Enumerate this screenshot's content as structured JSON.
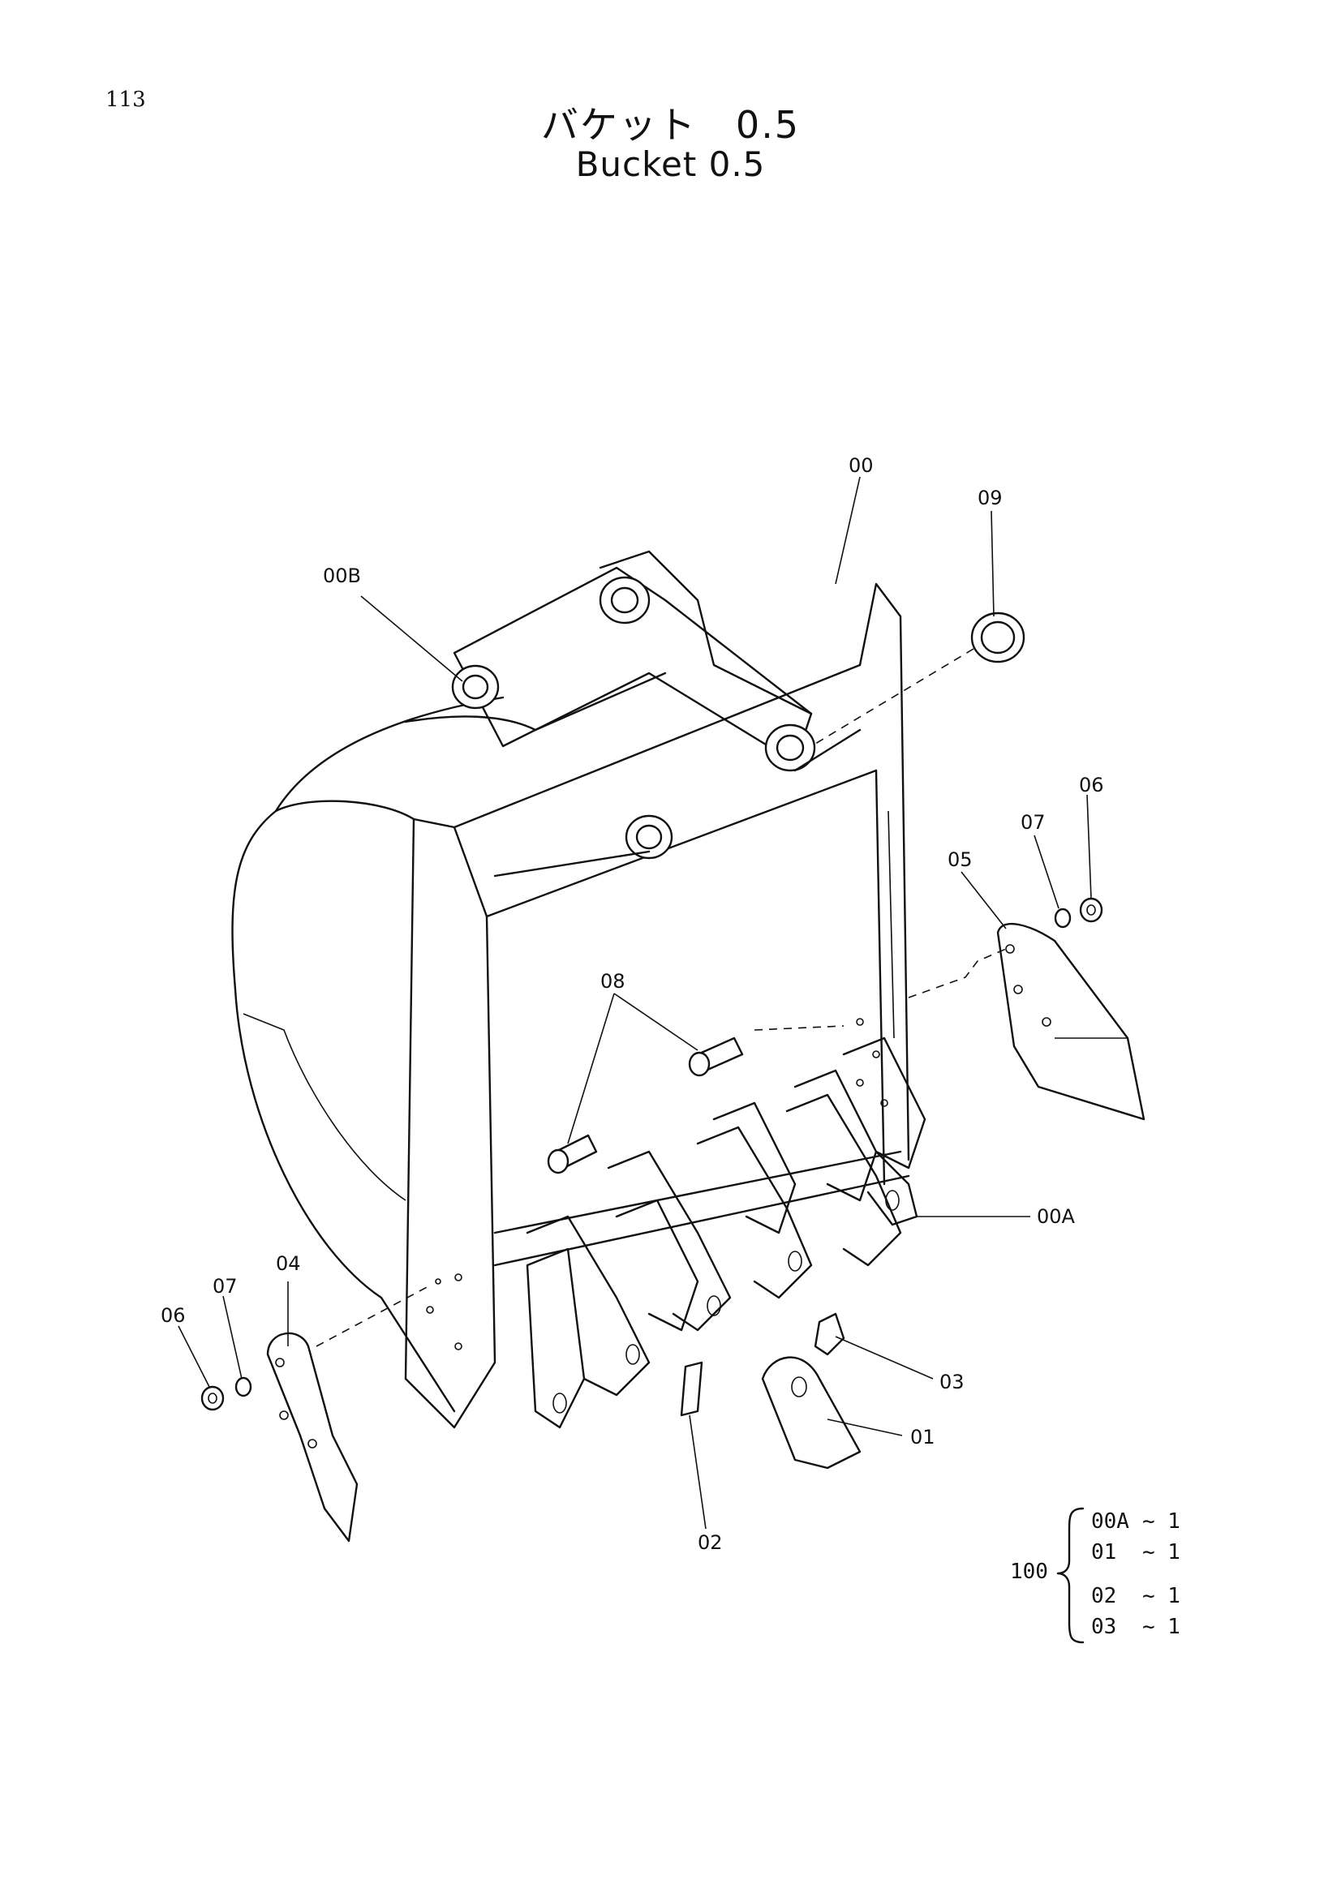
{
  "page_number": "113",
  "title_jp": "バケット　0.5",
  "title_en": "Bucket 0.5",
  "callouts": {
    "c00": "00",
    "c09": "09",
    "c00B": "00B",
    "c06_right": "06",
    "c07_right": "07",
    "c05": "05",
    "c08": "08",
    "c00A": "00A",
    "c04": "04",
    "c07_left": "07",
    "c06_left": "06",
    "c03": "03",
    "c01": "01",
    "c02": "02"
  },
  "assembly_legend": {
    "parent": "100",
    "rows": [
      {
        "code": "00A",
        "range": "~ 1"
      },
      {
        "code": "01",
        "range": "~ 1"
      },
      {
        "code": "02",
        "range": "~ 1"
      },
      {
        "code": "03",
        "range": "~ 1"
      }
    ]
  }
}
